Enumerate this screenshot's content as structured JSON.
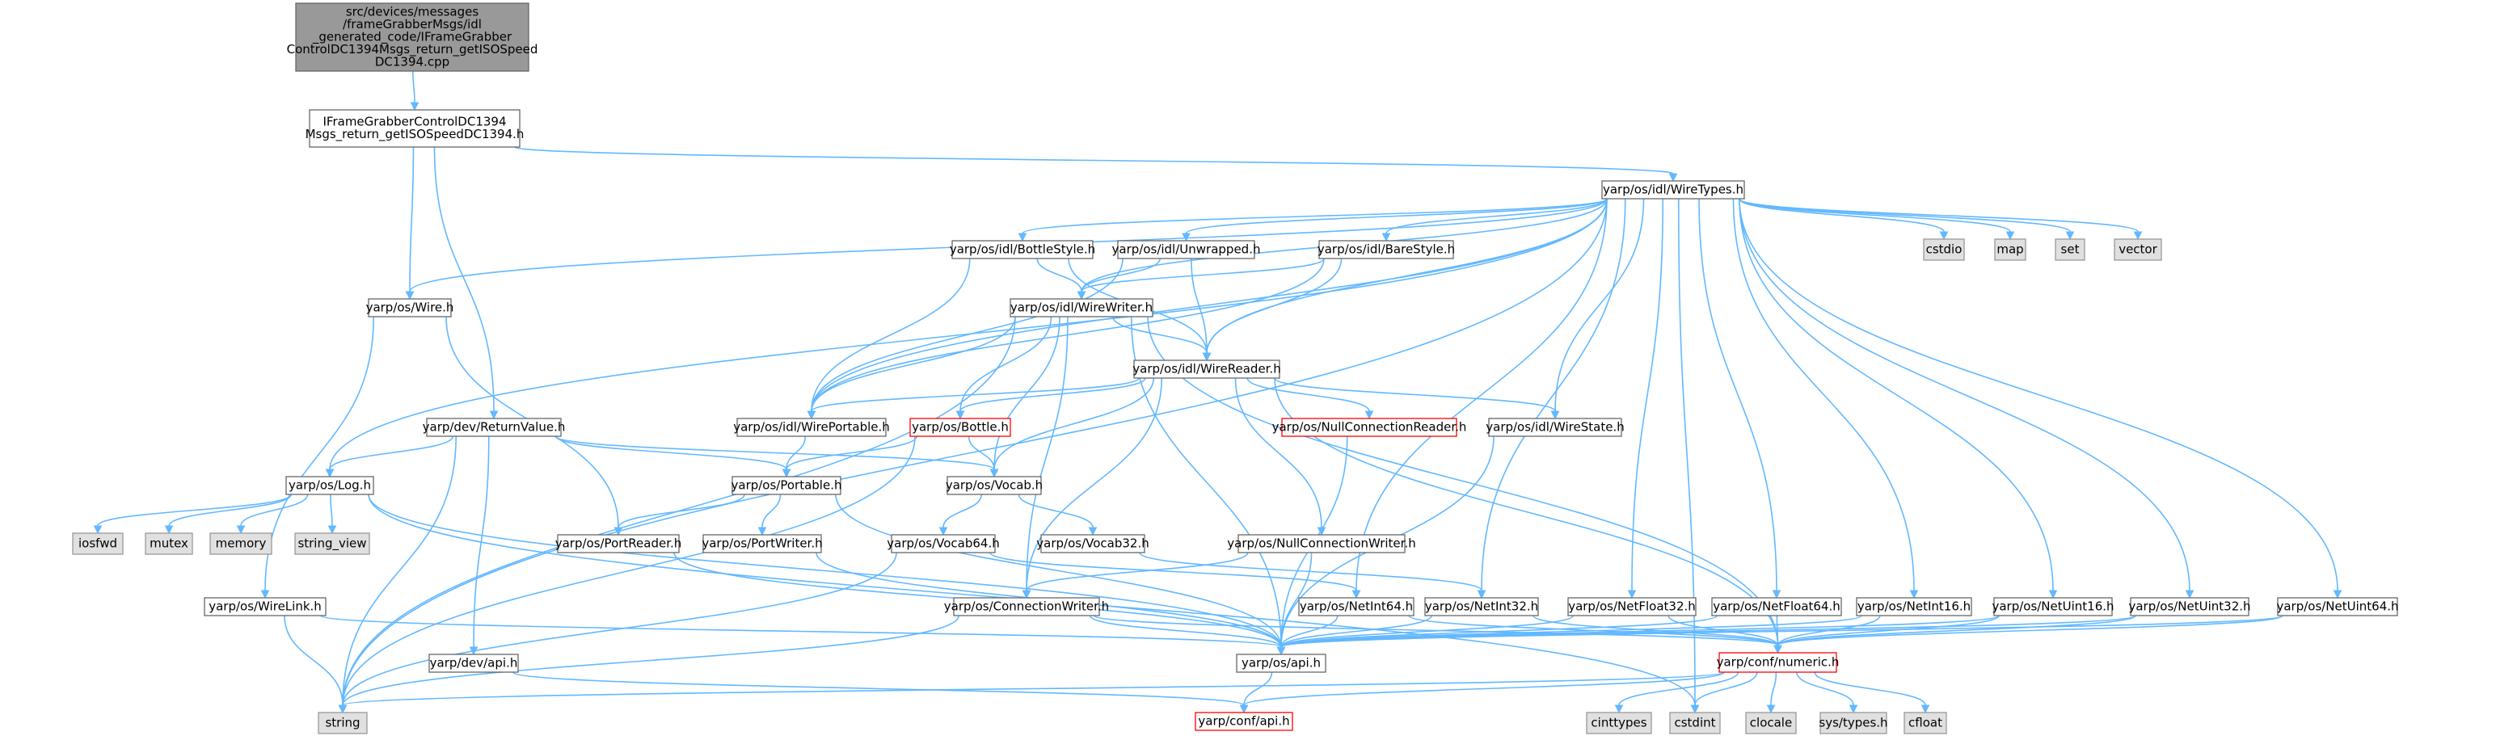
{
  "title": "",
  "colors": {
    "root_fill": "#999999",
    "root_stroke": "#666666",
    "node_fill": "#ffffff",
    "node_stroke": "#666666",
    "missing_fill": "#e0e0e0",
    "missing_stroke": "#999999",
    "truncated_stroke": "#ff0000",
    "edge": "#63b8ff"
  },
  "nodes": [
    {
      "id": "root",
      "kind": "root",
      "lines": [
        "src/devices/messages",
        "/frameGrabberMsgs/idl",
        "_generated_code/IFrameGrabber",
        "ControlDC1394Msgs_return_getISOSpeed",
        "DC1394.cpp"
      ]
    },
    {
      "id": "ifg",
      "kind": "normal",
      "lines": [
        "IFrameGrabberControlDC1394",
        "Msgs_return_getISOSpeedDC1394.h"
      ]
    },
    {
      "id": "wiretypes",
      "kind": "normal",
      "lines": [
        "yarp/os/idl/WireTypes.h"
      ]
    },
    {
      "id": "bottlestyle",
      "kind": "normal",
      "lines": [
        "yarp/os/idl/BottleStyle.h"
      ]
    },
    {
      "id": "unwrapped",
      "kind": "normal",
      "lines": [
        "yarp/os/idl/Unwrapped.h"
      ]
    },
    {
      "id": "barestyle",
      "kind": "normal",
      "lines": [
        "yarp/os/idl/BareStyle.h"
      ]
    },
    {
      "id": "cstdio",
      "kind": "missing",
      "lines": [
        "cstdio"
      ]
    },
    {
      "id": "map",
      "kind": "missing",
      "lines": [
        "map"
      ]
    },
    {
      "id": "set",
      "kind": "missing",
      "lines": [
        "set"
      ]
    },
    {
      "id": "vector",
      "kind": "missing",
      "lines": [
        "vector"
      ]
    },
    {
      "id": "wire",
      "kind": "normal",
      "lines": [
        "yarp/os/Wire.h"
      ]
    },
    {
      "id": "wirewriter",
      "kind": "normal",
      "lines": [
        "yarp/os/idl/WireWriter.h"
      ]
    },
    {
      "id": "wirereader",
      "kind": "normal",
      "lines": [
        "yarp/os/idl/WireReader.h"
      ]
    },
    {
      "id": "returnvalue",
      "kind": "normal",
      "lines": [
        "yarp/dev/ReturnValue.h"
      ]
    },
    {
      "id": "wireportable",
      "kind": "normal",
      "lines": [
        "yarp/os/idl/WirePortable.h"
      ]
    },
    {
      "id": "bottle",
      "kind": "truncated",
      "lines": [
        "yarp/os/Bottle.h"
      ]
    },
    {
      "id": "nullconnreader",
      "kind": "truncated",
      "lines": [
        "yarp/os/NullConnectionReader.h"
      ]
    },
    {
      "id": "wirestate",
      "kind": "normal",
      "lines": [
        "yarp/os/idl/WireState.h"
      ]
    },
    {
      "id": "log",
      "kind": "normal",
      "lines": [
        "yarp/os/Log.h"
      ]
    },
    {
      "id": "portable",
      "kind": "normal",
      "lines": [
        "yarp/os/Portable.h"
      ]
    },
    {
      "id": "vocab",
      "kind": "normal",
      "lines": [
        "yarp/os/Vocab.h"
      ]
    },
    {
      "id": "iosfwd",
      "kind": "missing",
      "lines": [
        "iosfwd"
      ]
    },
    {
      "id": "mutex",
      "kind": "missing",
      "lines": [
        "mutex"
      ]
    },
    {
      "id": "memory",
      "kind": "missing",
      "lines": [
        "memory"
      ]
    },
    {
      "id": "string_view",
      "kind": "missing",
      "lines": [
        "string_view"
      ]
    },
    {
      "id": "portreader",
      "kind": "normal",
      "lines": [
        "yarp/os/PortReader.h"
      ]
    },
    {
      "id": "portwriter",
      "kind": "normal",
      "lines": [
        "yarp/os/PortWriter.h"
      ]
    },
    {
      "id": "vocab64",
      "kind": "normal",
      "lines": [
        "yarp/os/Vocab64.h"
      ]
    },
    {
      "id": "vocab32",
      "kind": "normal",
      "lines": [
        "yarp/os/Vocab32.h"
      ]
    },
    {
      "id": "nullconnwriter",
      "kind": "normal",
      "lines": [
        "yarp/os/NullConnectionWriter.h"
      ]
    },
    {
      "id": "wirelink",
      "kind": "normal",
      "lines": [
        "yarp/os/WireLink.h"
      ]
    },
    {
      "id": "connwriter",
      "kind": "normal",
      "lines": [
        "yarp/os/ConnectionWriter.h"
      ]
    },
    {
      "id": "netint64",
      "kind": "normal",
      "lines": [
        "yarp/os/NetInt64.h"
      ]
    },
    {
      "id": "netint32",
      "kind": "normal",
      "lines": [
        "yarp/os/NetInt32.h"
      ]
    },
    {
      "id": "netfloat32",
      "kind": "normal",
      "lines": [
        "yarp/os/NetFloat32.h"
      ]
    },
    {
      "id": "netfloat64",
      "kind": "normal",
      "lines": [
        "yarp/os/NetFloat64.h"
      ]
    },
    {
      "id": "netint16",
      "kind": "normal",
      "lines": [
        "yarp/os/NetInt16.h"
      ]
    },
    {
      "id": "netuint16",
      "kind": "normal",
      "lines": [
        "yarp/os/NetUint16.h"
      ]
    },
    {
      "id": "netuint32",
      "kind": "normal",
      "lines": [
        "yarp/os/NetUint32.h"
      ]
    },
    {
      "id": "netuint64",
      "kind": "normal",
      "lines": [
        "yarp/os/NetUint64.h"
      ]
    },
    {
      "id": "devapi",
      "kind": "normal",
      "lines": [
        "yarp/dev/api.h"
      ]
    },
    {
      "id": "osapi",
      "kind": "normal",
      "lines": [
        "yarp/os/api.h"
      ]
    },
    {
      "id": "numeric",
      "kind": "truncated",
      "lines": [
        "yarp/conf/numeric.h"
      ]
    },
    {
      "id": "string",
      "kind": "missing",
      "lines": [
        "string"
      ]
    },
    {
      "id": "confapi",
      "kind": "truncated",
      "lines": [
        "yarp/conf/api.h"
      ]
    },
    {
      "id": "cinttypes",
      "kind": "missing",
      "lines": [
        "cinttypes"
      ]
    },
    {
      "id": "cstdint",
      "kind": "missing",
      "lines": [
        "cstdint"
      ]
    },
    {
      "id": "clocale",
      "kind": "missing",
      "lines": [
        "clocale"
      ]
    },
    {
      "id": "systypes",
      "kind": "missing",
      "lines": [
        "sys/types.h"
      ]
    },
    {
      "id": "cfloat",
      "kind": "missing",
      "lines": [
        "cfloat"
      ]
    }
  ],
  "edges": [
    [
      "root",
      "ifg"
    ],
    [
      "ifg",
      "wiretypes"
    ],
    [
      "ifg",
      "wire"
    ],
    [
      "ifg",
      "returnvalue"
    ],
    [
      "wiretypes",
      "bottlestyle"
    ],
    [
      "wiretypes",
      "unwrapped"
    ],
    [
      "wiretypes",
      "barestyle"
    ],
    [
      "wiretypes",
      "cstdio"
    ],
    [
      "wiretypes",
      "map"
    ],
    [
      "wiretypes",
      "set"
    ],
    [
      "wiretypes",
      "vector"
    ],
    [
      "wiretypes",
      "wire"
    ],
    [
      "wiretypes",
      "wirewriter"
    ],
    [
      "wiretypes",
      "wirereader"
    ],
    [
      "wiretypes",
      "wireportable"
    ],
    [
      "wiretypes",
      "wirestate"
    ],
    [
      "wiretypes",
      "log"
    ],
    [
      "wiretypes",
      "string"
    ],
    [
      "wiretypes",
      "cstdint"
    ],
    [
      "wiretypes",
      "netint64"
    ],
    [
      "wiretypes",
      "netint32"
    ],
    [
      "wiretypes",
      "netfloat32"
    ],
    [
      "wiretypes",
      "netfloat64"
    ],
    [
      "wiretypes",
      "netint16"
    ],
    [
      "wiretypes",
      "netuint16"
    ],
    [
      "wiretypes",
      "netuint32"
    ],
    [
      "wiretypes",
      "netuint64"
    ],
    [
      "bottlestyle",
      "wirewriter"
    ],
    [
      "bottlestyle",
      "wirereader"
    ],
    [
      "bottlestyle",
      "wireportable"
    ],
    [
      "unwrapped",
      "wirewriter"
    ],
    [
      "unwrapped",
      "wirereader"
    ],
    [
      "unwrapped",
      "wireportable"
    ],
    [
      "barestyle",
      "wirewriter"
    ],
    [
      "barestyle",
      "wirereader"
    ],
    [
      "barestyle",
      "wireportable"
    ],
    [
      "wire",
      "portreader"
    ],
    [
      "wire",
      "wirelink"
    ],
    [
      "wirewriter",
      "wirereader"
    ],
    [
      "wirewriter",
      "wireportable"
    ],
    [
      "wirewriter",
      "bottle"
    ],
    [
      "wirewriter",
      "vocab"
    ],
    [
      "wirewriter",
      "connwriter"
    ],
    [
      "wirewriter",
      "osapi"
    ],
    [
      "wirewriter",
      "numeric"
    ],
    [
      "wirewriter",
      "string"
    ],
    [
      "wirereader",
      "wireportable"
    ],
    [
      "wirereader",
      "bottle"
    ],
    [
      "wirereader",
      "nullconnreader"
    ],
    [
      "wirereader",
      "wirestate"
    ],
    [
      "wirereader",
      "vocab"
    ],
    [
      "wirereader",
      "nullconnwriter"
    ],
    [
      "wirereader",
      "connwriter"
    ],
    [
      "wirereader",
      "numeric"
    ],
    [
      "wireportable",
      "portable"
    ],
    [
      "bottle",
      "portable"
    ],
    [
      "bottle",
      "vocab"
    ],
    [
      "bottle",
      "string"
    ],
    [
      "nullconnreader",
      "osapi"
    ],
    [
      "wirestate",
      "osapi"
    ],
    [
      "returnvalue",
      "log"
    ],
    [
      "returnvalue",
      "portable"
    ],
    [
      "returnvalue",
      "vocab"
    ],
    [
      "returnvalue",
      "devapi"
    ],
    [
      "returnvalue",
      "string"
    ],
    [
      "log",
      "iosfwd"
    ],
    [
      "log",
      "mutex"
    ],
    [
      "log",
      "memory"
    ],
    [
      "log",
      "string_view"
    ],
    [
      "log",
      "osapi"
    ],
    [
      "log",
      "cstdint"
    ],
    [
      "portable",
      "portreader"
    ],
    [
      "portable",
      "portwriter"
    ],
    [
      "portable",
      "osapi"
    ],
    [
      "vocab",
      "vocab64"
    ],
    [
      "vocab",
      "vocab32"
    ],
    [
      "portreader",
      "osapi"
    ],
    [
      "portwriter",
      "osapi"
    ],
    [
      "vocab64",
      "netint64"
    ],
    [
      "vocab64",
      "string"
    ],
    [
      "vocab32",
      "netint32"
    ],
    [
      "nullconnwriter",
      "connwriter"
    ],
    [
      "nullconnwriter",
      "osapi"
    ],
    [
      "wirelink",
      "osapi"
    ],
    [
      "wirelink",
      "string"
    ],
    [
      "connwriter",
      "osapi"
    ],
    [
      "connwriter",
      "numeric"
    ],
    [
      "connwriter",
      "string"
    ],
    [
      "netint64",
      "osapi"
    ],
    [
      "netint64",
      "numeric"
    ],
    [
      "netint32",
      "osapi"
    ],
    [
      "netint32",
      "numeric"
    ],
    [
      "netfloat32",
      "osapi"
    ],
    [
      "netfloat32",
      "numeric"
    ],
    [
      "netfloat64",
      "osapi"
    ],
    [
      "netfloat64",
      "numeric"
    ],
    [
      "netint16",
      "osapi"
    ],
    [
      "netint16",
      "numeric"
    ],
    [
      "netuint16",
      "osapi"
    ],
    [
      "netuint16",
      "numeric"
    ],
    [
      "netuint32",
      "osapi"
    ],
    [
      "netuint32",
      "numeric"
    ],
    [
      "netuint64",
      "osapi"
    ],
    [
      "netuint64",
      "numeric"
    ],
    [
      "devapi",
      "confapi"
    ],
    [
      "osapi",
      "confapi"
    ],
    [
      "numeric",
      "confapi"
    ],
    [
      "numeric",
      "string"
    ],
    [
      "numeric",
      "cinttypes"
    ],
    [
      "numeric",
      "cstdint"
    ],
    [
      "numeric",
      "clocale"
    ],
    [
      "numeric",
      "systypes"
    ],
    [
      "numeric",
      "cfloat"
    ]
  ]
}
